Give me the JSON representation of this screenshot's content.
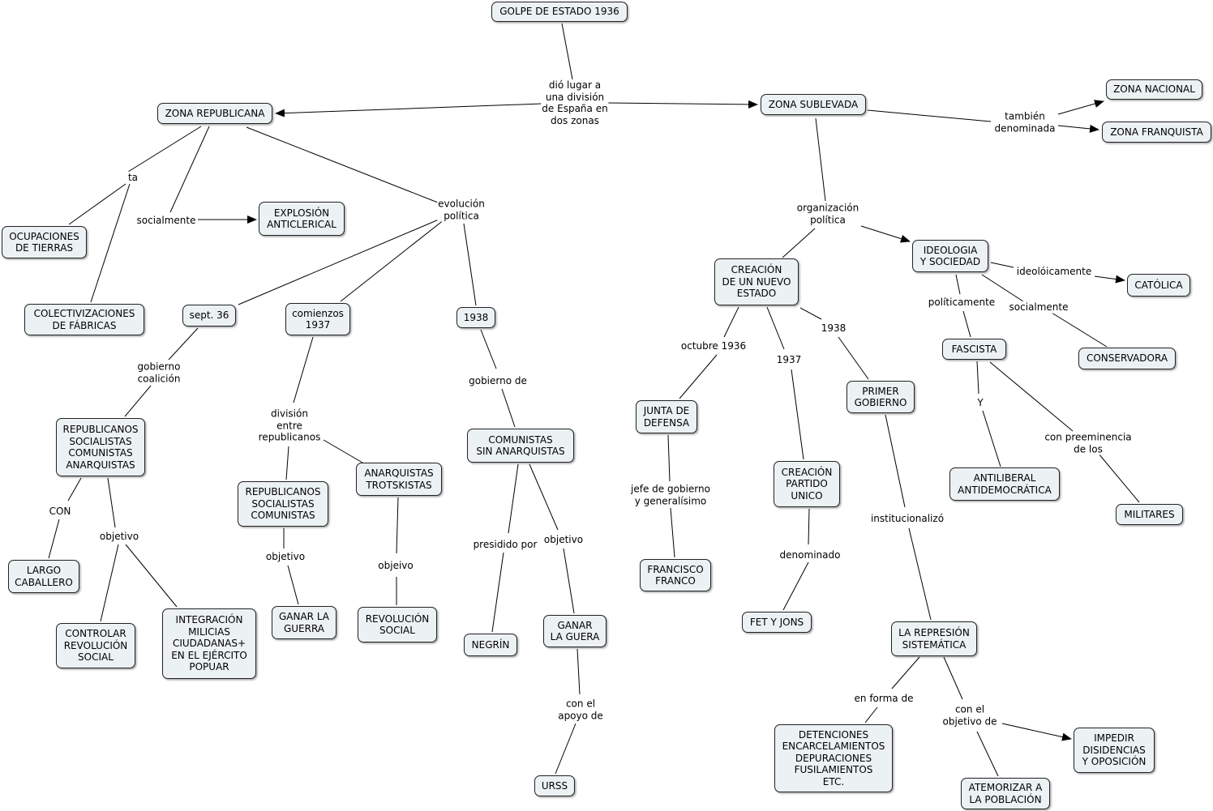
{
  "nodes": {
    "golpe": "GOLPE DE ESTADO 1936",
    "zona_republicana": "ZONA REPUBLICANA",
    "zona_sublevada": "ZONA SUBLEVADA",
    "zona_nacional": "ZONA NACIONAL",
    "zona_franquista": "ZONA FRANQUISTA",
    "ocupaciones": "OCUPACIONES\nDE TIERRAS",
    "colectivizaciones": "COLECTIVIZACIONES\nDE FÁBRICAS",
    "explosion": "EXPLOSIÓN\nANTICLERICAL",
    "sept36": "sept. 36",
    "comienzos1937": "comienzos\n1937",
    "y1938": "1938",
    "rep_soc_com_anar": "REPUBLICANOS\nSOCIALISTAS\nCOMUNISTAS\nANARQUISTAS",
    "largo": "LARGO\nCABALLERO",
    "controlar": "CONTROLAR\nREVOLUCIÓN\nSOCIAL",
    "integracion": "INTEGRACIÓN\nMILICIAS\nCIUDADANAS+\nEN EL EJÉRCITO\nPOPUAR",
    "rep_soc_com": "REPUBLICANOS\nSOCIALISTAS\nCOMUNISTAS",
    "anarquistas_trots": "ANARQUISTAS\nTROTSKISTAS",
    "ganar_guerra": "GANAR LA\nGUERRA",
    "revolucion_social": "REVOLUCIÓN\nSOCIAL",
    "comunistas_sin": "COMUNISTAS\nSIN ANARQUISTAS",
    "negrin": "NEGRÍN",
    "ganar_guera": "GANAR\nLA GUERA",
    "urss": "URSS",
    "creacion_estado": "CREACIÓN\nDE UN NUEVO\nESTADO",
    "ideologia": "IDEOLOGIA\nY SOCIEDAD",
    "catolica": "CATÓLICA",
    "fascista": "FASCISTA",
    "conservadora": "CONSERVADORA",
    "antiliberal": "ANTILIBERAL\nANTIDEMOCRÁTICA",
    "militares": "MILITARES",
    "junta": "JUNTA DE\nDEFENSA",
    "franco": "FRANCISCO\nFRANCO",
    "creacion_partido": "CREACIÓN\nPARTIDO\nUNICO",
    "fet_jons": "FET Y JONS",
    "primer_gobierno": "PRIMER\nGOBIERNO",
    "represion": "LA REPRESIÓN\nSISTEMÁTICA",
    "detenciones": "DETENCIONES\nENCARCELAMIENTOS\nDEPURACIONES\nFUSILAMIENTOS\nETC.",
    "atemorizar": "ATEMORIZAR A\nLA POBLACIÓN",
    "impedir": "IMPEDIR\nDISIDENCIAS\nY OPOSICIÓN"
  },
  "links": {
    "dio_lugar": "dió lugar a\nuna división\nde España en\ndos zonas",
    "tambien": "también\ndenominada",
    "ta": "ta",
    "socialmente_rep": "socialmente",
    "evolucion": "evolución\npolítica",
    "gobierno_coalicion": "gobierno\ncoalición",
    "division": "división\nentre\nrepublicanos",
    "gobierno_de": "gobierno de",
    "con": "CON",
    "objetivo_1": "objetivo",
    "objetivo_2": "objetivo",
    "objeivo": "objeivo",
    "presidido": "presidido por",
    "objetivo_3": "objetivo",
    "con_apoyo": "con el\napoyo de",
    "organizacion": "organización\npolítica",
    "ideoloicamente": "ideolóicamente",
    "politicamente": "políticamente",
    "socialmente_ideo": "socialmente",
    "y": "Y",
    "preeminencia": "con preeminencia\nde los",
    "octubre": "octubre 1936",
    "l1937": "1937",
    "l1938": "1938",
    "jefe": "jefe de gobierno\ny generalísimo",
    "denominado": "denominado",
    "institucionalizo": "institucionalizó",
    "en_forma": "en forma de",
    "con_objetivo": "con el\nobjetivo de"
  }
}
